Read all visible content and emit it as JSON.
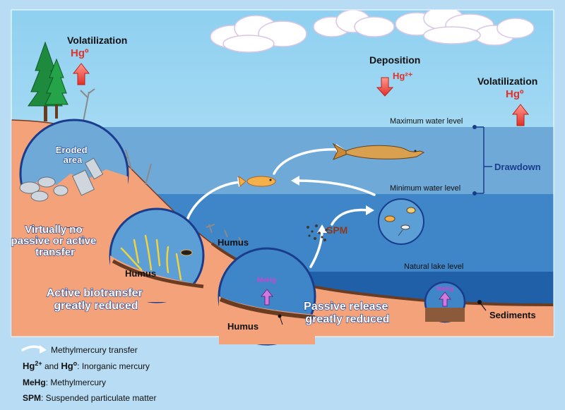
{
  "labels": {
    "volatilization_left": "Volatilization",
    "hg0_left": "Hgº",
    "deposition": "Deposition",
    "hg2": "Hg²⁺",
    "volatilization_right": "Volatilization",
    "hg0_right": "Hgº",
    "maximum_water_level": "Maximum water level",
    "minimum_water_level": "Minimum water level",
    "drawdown": "Drawdown",
    "natural_lake_level": "Natural lake level",
    "eroded_area": "Eroded\narea",
    "virtually_no": "Virtually no\npassive or active\ntransfer",
    "humus_1": "Humus",
    "humus_2": "Humus",
    "humus_3": "Humus",
    "active_biotransfer": "Active biotransfer\ngreatly reduced",
    "passive_release": "Passive release\ngreatly reduced",
    "mehg_1": "MeHg",
    "mehg_2": "MeHg",
    "spm": "SPM",
    "sediments": "Sediments"
  },
  "legend": {
    "methylmercury_transfer": "Methylmercury transfer",
    "inorganic_a": "Hg",
    "inorganic_a_sup": "2+",
    "inorganic_and": " and ",
    "inorganic_b": "Hg",
    "inorganic_b_sup": "o",
    "inorganic_desc": ": Inorganic mercury",
    "mehg_term": "MeHg",
    "mehg_desc": ": Methylmercury",
    "spm_term": "SPM",
    "spm_desc": ": Suspended particulate matter"
  },
  "colors": {
    "sky": "#a8dcf4",
    "water_upper": "#6fa9d8",
    "water_mid": "#3f86c8",
    "water_deep": "#1f60a8",
    "soil": "#f4a27a",
    "sediment": "#8a5a3a",
    "arrow_red": "#e0302a",
    "text_blue": "#1a3c8c"
  }
}
